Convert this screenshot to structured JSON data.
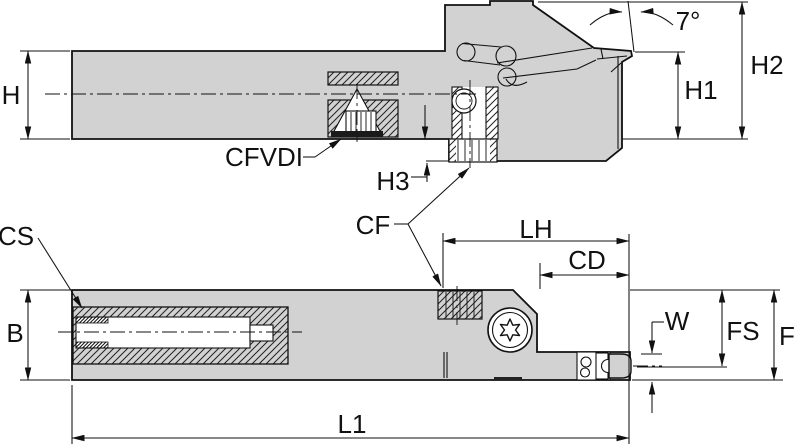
{
  "colors": {
    "body_fill": "#d2d2d2",
    "line": "#111111",
    "background": "#ffffff"
  },
  "labels": {
    "h": "H",
    "h1": "H1",
    "h2": "H2",
    "h3": "H3",
    "angle": "7°",
    "cfvdi": "CFVDI",
    "cf": "CF",
    "cs": "CS",
    "b": "B",
    "lh": "LH",
    "cd": "CD",
    "w": "W",
    "fs": "FS",
    "f": "F",
    "l1": "L1"
  }
}
